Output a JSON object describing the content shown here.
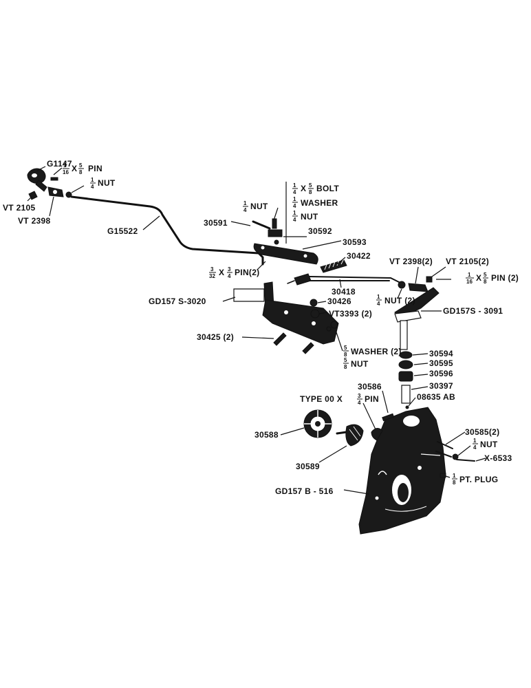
{
  "labels": {
    "g1147": "G1147",
    "pin_a": "PIN",
    "pin_a_x": "X",
    "nut_a": "NUT",
    "vt2105_a": "VT 2105",
    "vt2398_a": "VT 2398",
    "g15522": "G15522",
    "bolt": "BOLT",
    "bolt_x": "X",
    "nut_b": "NUT",
    "washer_b": "WASHER",
    "nut_c": "NUT",
    "p30591": "30591",
    "p30592": "30592",
    "p30593": "30593",
    "p30422": "30422",
    "pin_b": "PIN(2)",
    "pin_b_x": "X",
    "vt2398_b": "VT 2398(2)",
    "vt2105_b": "VT 2105(2)",
    "pin_c": "PIN (2)",
    "pin_c_x": "X",
    "gd157s3020": "GD157 S-3020",
    "p30418": "30418",
    "nut_d": "NUT (2)",
    "p30426": "30426",
    "vt3393": "VT3393 (2)",
    "gd157s3091": "GD157S - 3091",
    "p30425": "30425 (2)",
    "washer_e": "WASHER (2)",
    "nut_e": "NUT",
    "p30594": "30594",
    "p30595": "30595",
    "p30596": "30596",
    "p30397": "30397",
    "p08635ab": "08635 AB",
    "p30586": "30586",
    "type00pin": "TYPE  00 X",
    "type00pin_end": "PIN",
    "p30588": "30588",
    "p30589": "30589",
    "p30585": "30585(2)",
    "nut_f": "NUT",
    "x6533": "X-6533",
    "ptplug": "PT. PLUG",
    "gd157b516": "GD157 B - 516"
  },
  "fractions": {
    "f_1_16": [
      "1",
      "16"
    ],
    "f_5_8": [
      "5",
      "8"
    ],
    "f_1_4": [
      "1",
      "4"
    ],
    "f_3_32": [
      "3",
      "32"
    ],
    "f_3_4": [
      "3",
      "4"
    ],
    "f_1_8": [
      "1",
      "8"
    ]
  }
}
